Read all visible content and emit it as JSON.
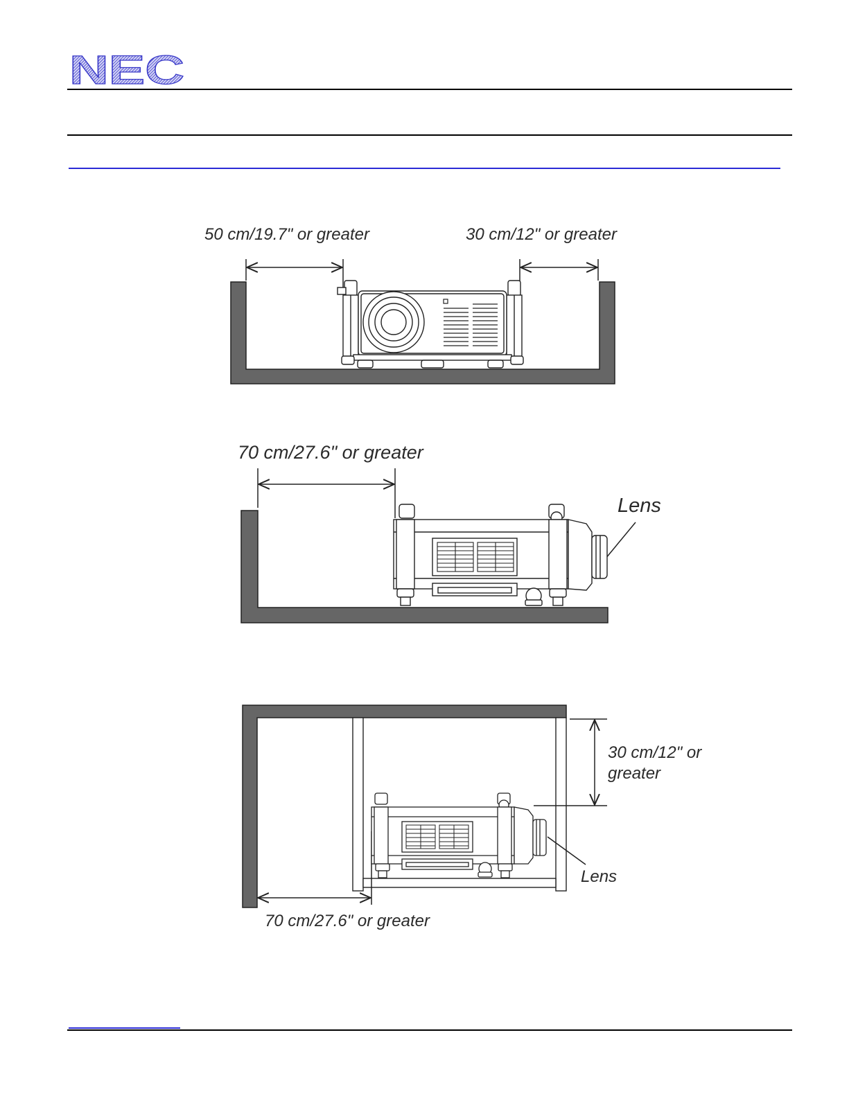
{
  "header": {
    "logo_text": "NEC"
  },
  "diagrams": {
    "front_view": {
      "left_clearance": "50 cm/19.7\" or greater",
      "right_clearance": "30 cm/12\" or greater"
    },
    "side_view": {
      "rear_clearance": "70 cm/27.6\" or greater",
      "lens_label": "Lens"
    },
    "cabinet_view": {
      "top_clearance_line1": "30 cm/12\" or",
      "top_clearance_line2": "greater",
      "lens_label": "Lens",
      "rear_clearance": "70 cm/27.6\" or greater"
    }
  },
  "colors": {
    "wall_fill": "#666666",
    "logo_blue": "#3838c8",
    "link_rule": "#2b2bd6"
  }
}
